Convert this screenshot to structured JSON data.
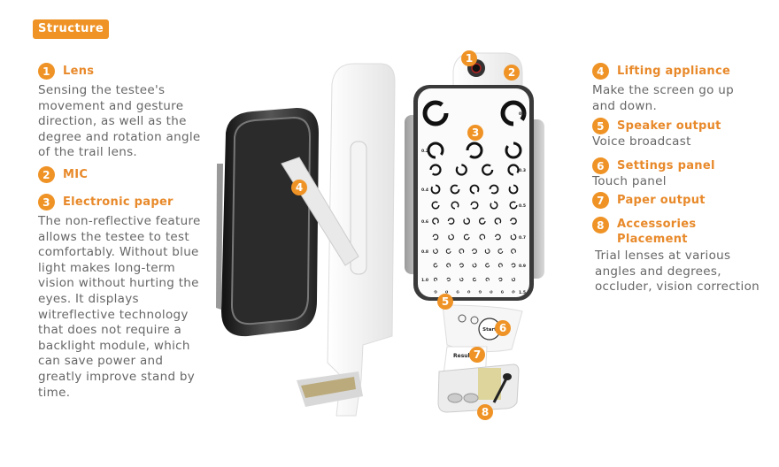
{
  "title": "Structure",
  "features": [
    {
      "num": "1",
      "title": "Lens",
      "desc": "Sensing the testee's movement and gesture direction, as well as the degree and rotation angle of the trail lens."
    },
    {
      "num": "2",
      "title": "MIC",
      "desc": ""
    },
    {
      "num": "3",
      "title": "Electronic paper",
      "desc": "The non-reflective feature allows the testee to test comfortably. Without blue light makes long-term vision without hurting the eyes. It displays witreflective technology that does not require a backlight module, which can save power and greatly improve stand by time."
    },
    {
      "num": "4",
      "title": "Lifting appliance",
      "desc": "Make the screen go up and down."
    },
    {
      "num": "5",
      "title": "Speaker output",
      "desc": "Voice broadcast"
    },
    {
      "num": "6",
      "title": "Settings panel",
      "desc": "Touch panel"
    },
    {
      "num": "7",
      "title": "Paper output",
      "desc": ""
    },
    {
      "num": "8",
      "title": "Accessories Placement",
      "desc": "Trial lenses at various angles and degrees, occluder, vision correction"
    }
  ],
  "device": {
    "chart_scale": [
      "0.1",
      "0.2",
      "0.3",
      "0.4",
      "0.5",
      "0.6",
      "0.7",
      "0.8",
      "0.9",
      "1.0",
      "1.5"
    ],
    "start_label": "Start",
    "result_label": "Result"
  },
  "colors": {
    "accent": "#ef9326",
    "text": "#666666"
  }
}
